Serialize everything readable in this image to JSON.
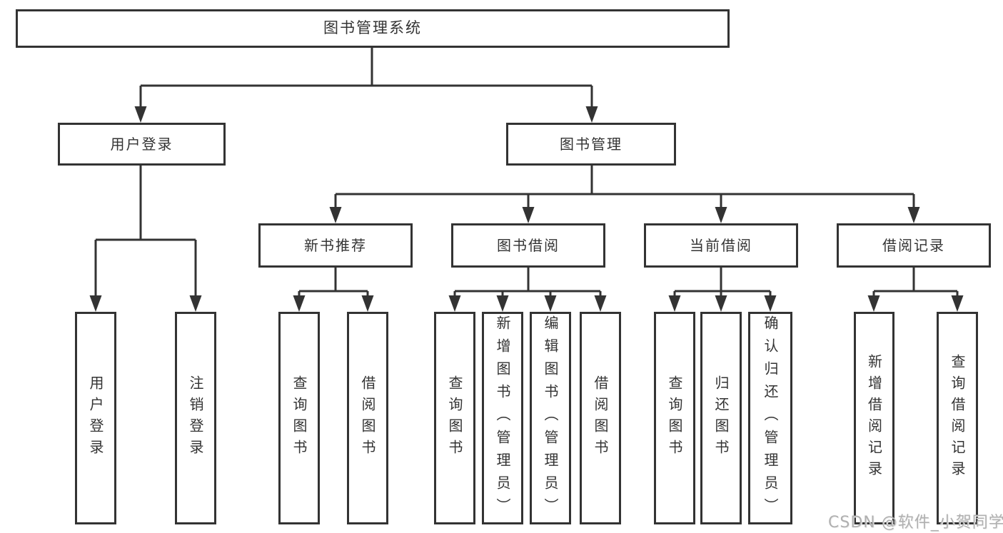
{
  "diagram_title": "图书管理系统",
  "tree": {
    "label": "图书管理系统",
    "children": [
      {
        "label": "用户登录",
        "children": [
          {
            "label": "用户登录"
          },
          {
            "label": "注销登录"
          }
        ]
      },
      {
        "label": "图书管理",
        "children": [
          {
            "label": "新书推荐",
            "children": [
              {
                "label": "查询图书"
              },
              {
                "label": "借阅图书"
              }
            ]
          },
          {
            "label": "图书借阅",
            "children": [
              {
                "label": "查询图书"
              },
              {
                "label": "新增图书（管理员）"
              },
              {
                "label": "编辑图书（管理员）"
              },
              {
                "label": "借阅图书"
              }
            ]
          },
          {
            "label": "当前借阅",
            "children": [
              {
                "label": "查询图书"
              },
              {
                "label": "归还图书"
              },
              {
                "label": "确认归还（管理员）"
              }
            ]
          },
          {
            "label": "借阅记录",
            "children": [
              {
                "label": "新增借阅记录"
              },
              {
                "label": "查询借阅记录"
              }
            ]
          }
        ]
      }
    ]
  },
  "watermark": {
    "text": "CSDN @软件_小贺同学"
  },
  "colors": {
    "line": "#333333",
    "box_fill": "#ffffff",
    "text": "#333333",
    "background": "#ffffff",
    "watermark": "#b0b0b0"
  }
}
